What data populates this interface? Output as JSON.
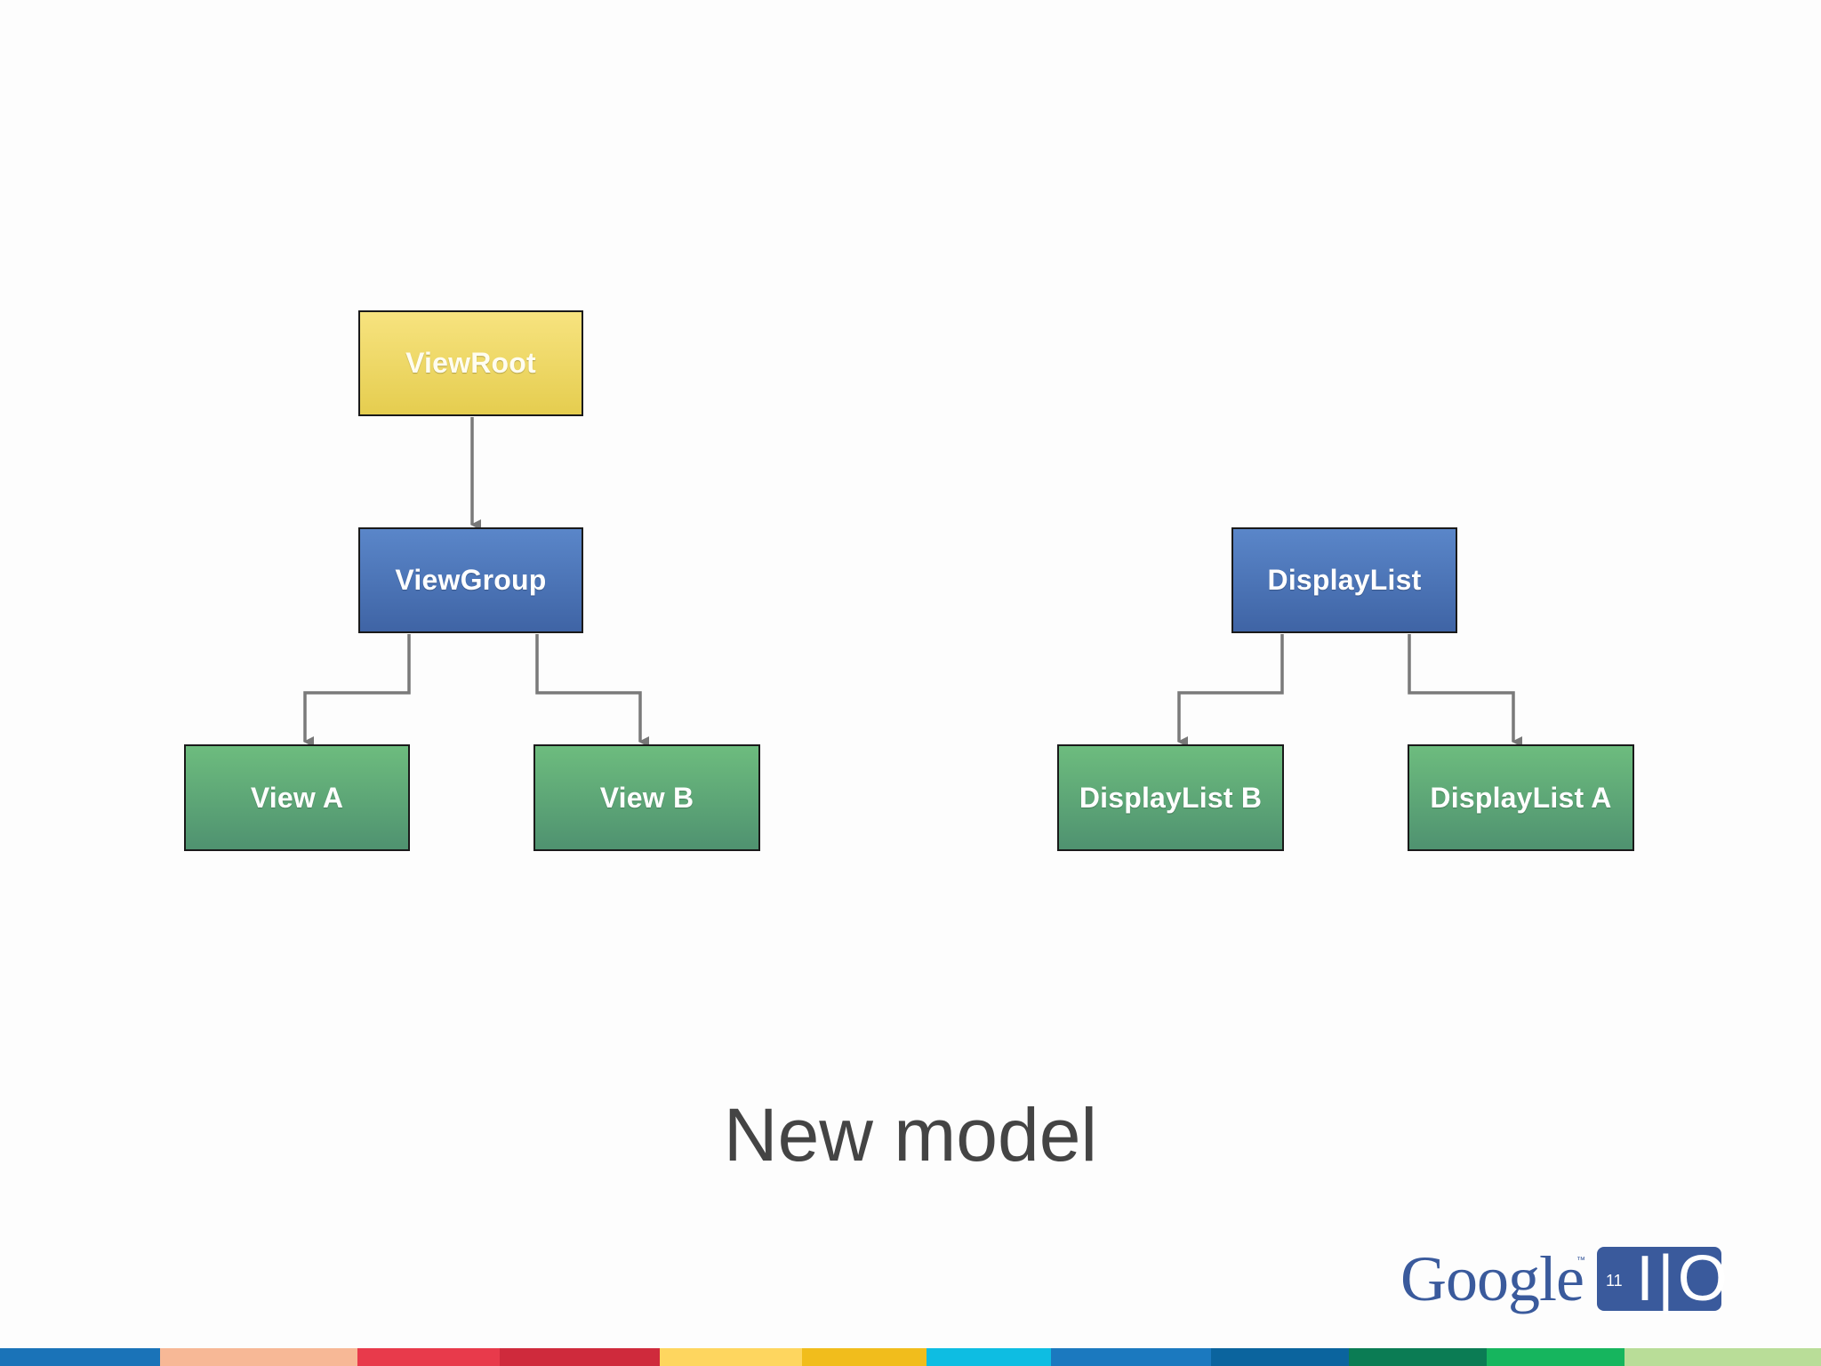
{
  "diagram": {
    "nodes": {
      "viewroot": "ViewRoot",
      "viewgroup": "ViewGroup",
      "view_a": "View A",
      "view_b": "View B",
      "displaylist": "DisplayList",
      "displaylist_b": "DisplayList B",
      "displaylist_a": "DisplayList A"
    },
    "edges": [
      [
        "ViewRoot",
        "ViewGroup"
      ],
      [
        "ViewGroup",
        "View A"
      ],
      [
        "ViewGroup",
        "View B"
      ],
      [
        "DisplayList",
        "DisplayList B"
      ],
      [
        "DisplayList",
        "DisplayList A"
      ]
    ]
  },
  "caption": "New model",
  "logo": {
    "word": "Google",
    "tm": "™",
    "number": "11",
    "io": "I|O"
  },
  "colors": {
    "root_node": "#e9d255",
    "parent_node": "#4a72b5",
    "leaf_node": "#5ea876",
    "connector": "#7a7a7a",
    "stripe": [
      "#1a73b8",
      "#f7b896",
      "#e83a4b",
      "#cf2a3c",
      "#fed65f",
      "#f1bd1c",
      "#0ebde2",
      "#1b79bf",
      "#0b649e",
      "#0b7c54",
      "#16b55e",
      "#b9dd98"
    ]
  }
}
